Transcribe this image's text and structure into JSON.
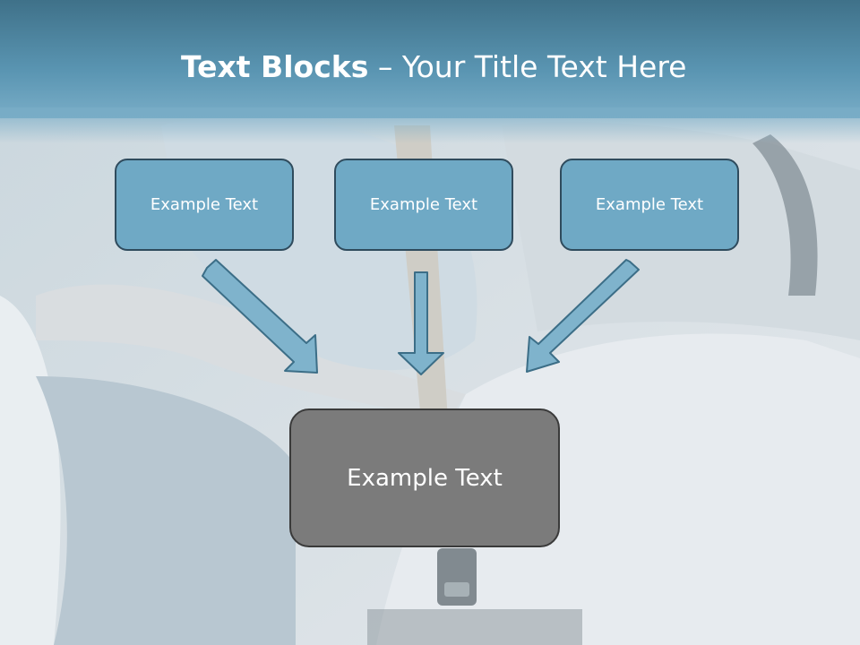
{
  "title": {
    "bold": "Text Blocks",
    "separator": " – ",
    "rest": "Your Title Text Here"
  },
  "blocks": [
    {
      "label": "Example Text"
    },
    {
      "label": "Example Text"
    },
    {
      "label": "Example Text"
    }
  ],
  "main_block": {
    "label": "Example Text"
  },
  "colors": {
    "title_bar": "#5a95b2",
    "block_fill": "#6fa9c5",
    "block_border": "#2f4b5d",
    "main_fill": "#7b7b7b",
    "arrow_fill": "#7fb3cc"
  }
}
